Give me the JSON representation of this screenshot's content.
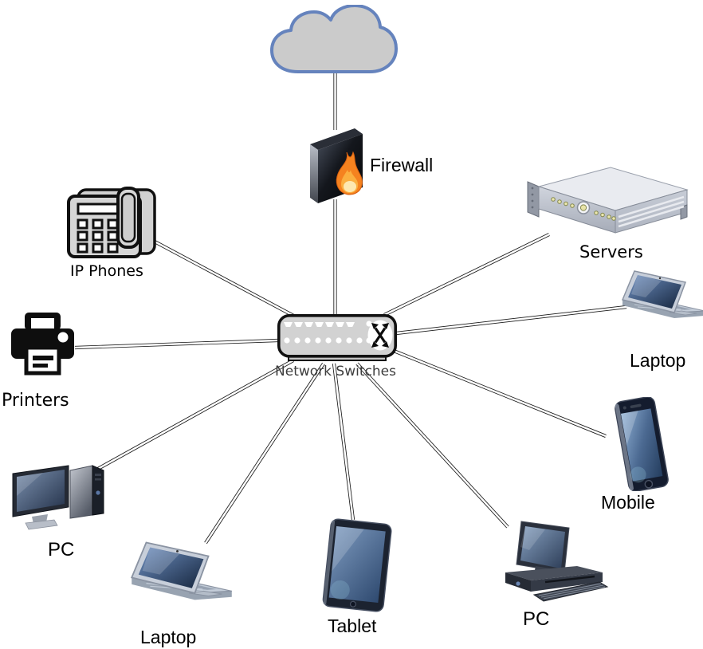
{
  "diagram": {
    "type": "network-topology",
    "nodes": {
      "cloud": {
        "id": "internet-cloud",
        "label": ""
      },
      "firewall": {
        "id": "firewall",
        "label": "Firewall"
      },
      "switch": {
        "id": "network-switches",
        "label": "Network Switches"
      },
      "ip_phones": {
        "id": "ip-phones",
        "label": "IP Phones"
      },
      "servers": {
        "id": "servers",
        "label": "Servers"
      },
      "laptop_right": {
        "id": "laptop-right",
        "label": "Laptop"
      },
      "mobile": {
        "id": "mobile",
        "label": "Mobile"
      },
      "pc_right": {
        "id": "pc-bottom-right",
        "label": "PC"
      },
      "tablet": {
        "id": "tablet",
        "label": "Tablet"
      },
      "laptop_bottom": {
        "id": "laptop-bottom",
        "label": "Laptop"
      },
      "pc_left": {
        "id": "pc-left",
        "label": "PC"
      },
      "printers": {
        "id": "printers",
        "label": "Printers"
      }
    },
    "connections": [
      {
        "from": "internet-cloud",
        "to": "firewall"
      },
      {
        "from": "firewall",
        "to": "network-switches"
      },
      {
        "from": "network-switches",
        "to": "ip-phones"
      },
      {
        "from": "network-switches",
        "to": "servers"
      },
      {
        "from": "network-switches",
        "to": "laptop-right"
      },
      {
        "from": "network-switches",
        "to": "printers"
      },
      {
        "from": "network-switches",
        "to": "mobile"
      },
      {
        "from": "network-switches",
        "to": "pc-left"
      },
      {
        "from": "network-switches",
        "to": "laptop-bottom"
      },
      {
        "from": "network-switches",
        "to": "tablet"
      },
      {
        "from": "network-switches",
        "to": "pc-bottom-right"
      }
    ],
    "colors": {
      "edge": "#1a1a1a",
      "cloud_fill": "#cbcbcb",
      "cloud_stroke": "#6583bd",
      "switch_fill": "#d2d2d2",
      "switch_label_text": "#3d3d3d",
      "flame": "#f5821f",
      "printer": "#0e0e0e",
      "label_text": "#000000"
    }
  }
}
